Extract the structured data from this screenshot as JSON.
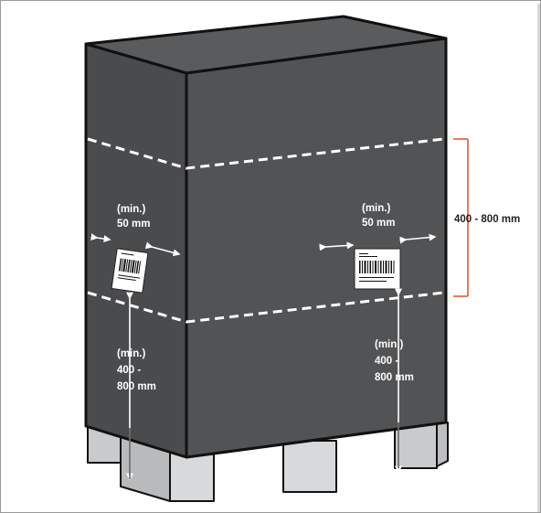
{
  "colors": {
    "box_front": "#505153",
    "box_side": "#48494b",
    "box_top": "#58595b",
    "outline": "#111111",
    "pallet": "#c9cacc",
    "dimension_bracket": "#e25a2b",
    "dashed_band": "#ffffff"
  },
  "labels": {
    "left_min": "(min.)",
    "left_min_value": "50 mm",
    "right_min": "(min.)",
    "right_min_value": "50 mm",
    "band_height": "400 - 800 mm",
    "left_height_min": "(min.)",
    "left_height_range": "400 -",
    "left_height_unit": "800 mm",
    "right_height_min": "(min.)",
    "right_height_range": "400 -",
    "right_height_unit": "800 mm"
  }
}
